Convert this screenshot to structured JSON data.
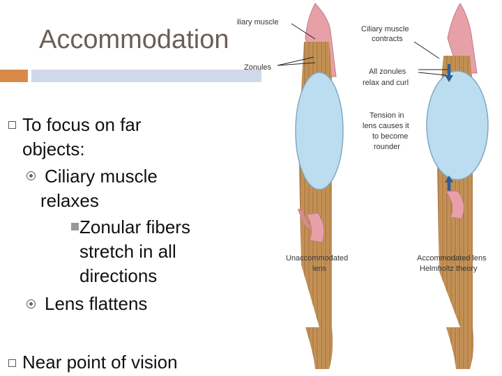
{
  "slide": {
    "title": "Accommodation",
    "bullets": [
      {
        "text_lines": [
          "To focus on far",
          "objects:"
        ]
      },
      {
        "text": "Ciliary muscle",
        "text2": "relaxes"
      },
      {
        "text_lines": [
          "Zonular fibers",
          "stretch in all",
          "directions"
        ]
      },
      {
        "text": "Lens flattens"
      },
      {
        "text": "Near point of vision"
      }
    ]
  },
  "diagram": {
    "labels": {
      "ciliary_muscle": "Ciliary muscle",
      "zonules": "Zonules",
      "ciliary_contracts": [
        "Ciliary muscle",
        "contracts"
      ],
      "zonules_relax": [
        "All zonules",
        "relax and curl"
      ],
      "tension": [
        "Tension in",
        "lens causes it",
        "to become",
        "rounder"
      ],
      "unaccommodated": [
        "Unaccommodated",
        "lens"
      ],
      "accommodated": [
        "Accommodated lens",
        "Helmholtz theory"
      ]
    },
    "colors": {
      "muscle_pink": "#e8a0a8",
      "muscle_brown": "#c8965a",
      "lens_blue": "#bcdcef",
      "arrow_blue": "#2f5f96"
    }
  }
}
